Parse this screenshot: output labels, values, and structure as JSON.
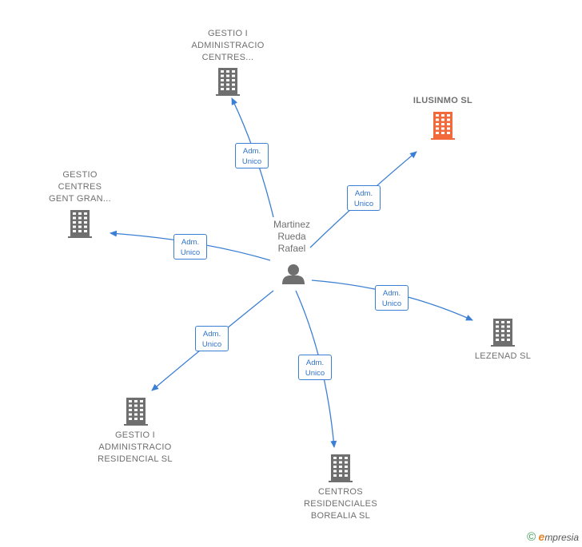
{
  "person": {
    "name": "Martinez\nRueda\nRafael"
  },
  "companies": [
    {
      "id": "gestio-admin-centres",
      "name": "GESTIO I\nADMINISTRACIO\nCENTRES...",
      "highlight": false
    },
    {
      "id": "ilusinmo",
      "name": "ILUSINMO  SL",
      "highlight": true
    },
    {
      "id": "gestio-centres-gent",
      "name": "GESTIO\nCENTRES\nGENT GRAN...",
      "highlight": false
    },
    {
      "id": "lezenad",
      "name": "LEZENAD SL",
      "highlight": false
    },
    {
      "id": "gestio-admin-residencial",
      "name": "GESTIO I\nADMINISTRACIO\nRESIDENCIAL SL",
      "highlight": false
    },
    {
      "id": "centros-residenciales",
      "name": "CENTROS\nRESIDENCIALES\nBOREALIA SL",
      "highlight": false
    }
  ],
  "relations": [
    {
      "to": "gestio-admin-centres",
      "label": "Adm.\nUnico"
    },
    {
      "to": "ilusinmo",
      "label": "Adm.\nUnico"
    },
    {
      "to": "gestio-centres-gent",
      "label": "Adm.\nUnico"
    },
    {
      "to": "lezenad",
      "label": "Adm.\nUnico"
    },
    {
      "to": "gestio-admin-residencial",
      "label": "Adm.\nUnico"
    },
    {
      "to": "centros-residenciales",
      "label": "Adm.\nUnico"
    }
  ],
  "colors": {
    "edge": "#3b7fd4",
    "building": "#6f6f6f",
    "building_highlight": "#f26a3c",
    "person": "#6f6f6f"
  },
  "footer": {
    "copyright": "©",
    "brand_first": "e",
    "brand_rest": "mpresia"
  }
}
